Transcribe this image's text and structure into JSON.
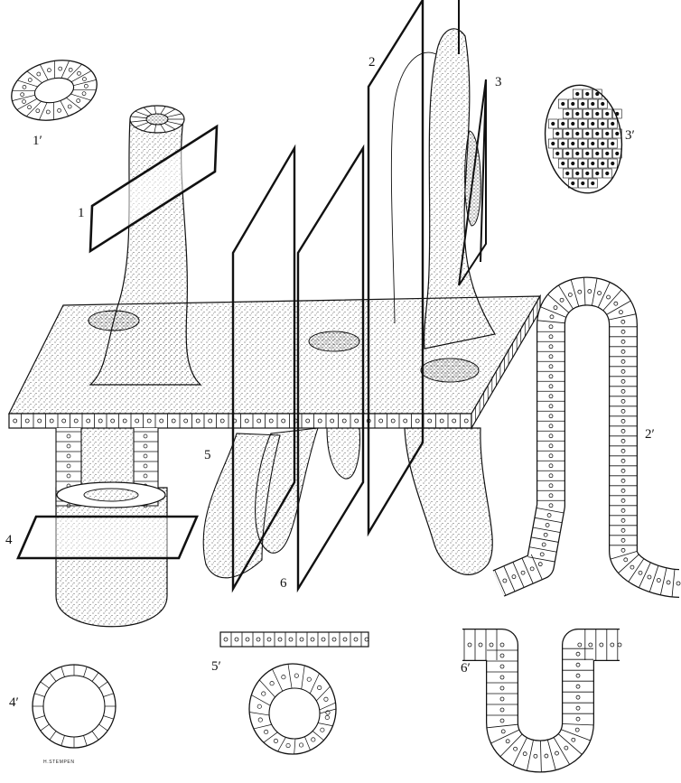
{
  "labels": {
    "l1": "1",
    "l2": "2",
    "l3": "3",
    "l4": "4",
    "l5": "5",
    "l6": "6",
    "p1": "1′",
    "p2": "2′",
    "p3": "3′",
    "p4": "4′",
    "p5": "5′",
    "p6": "6′"
  },
  "signature": "H.STEMPEN",
  "colors": {
    "ink": "#111111",
    "fill": "#ffffff"
  }
}
